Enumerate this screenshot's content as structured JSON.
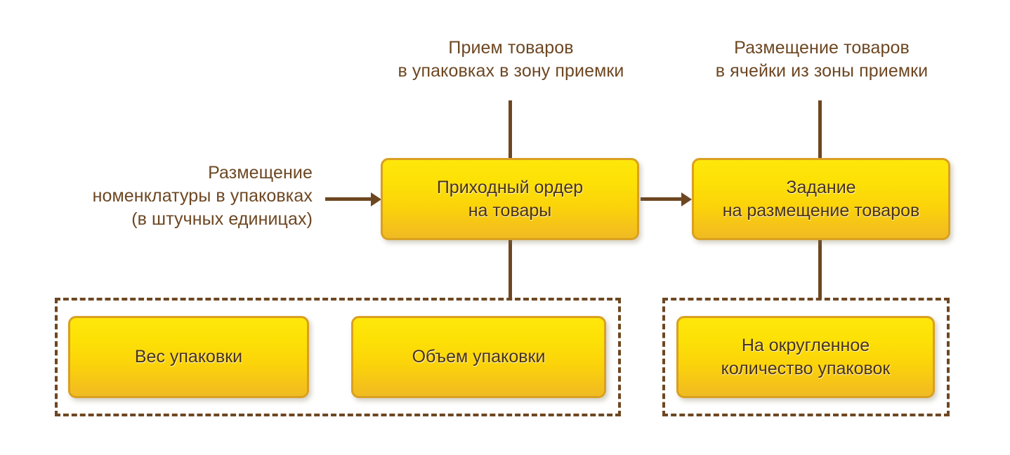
{
  "diagram": {
    "title_captions": {
      "top_center": "Прием товаров\nв упаковках в зону приемки",
      "top_right": "Размещение товаров\nв ячейки из зоны приемки",
      "left": "Размещение\nноменклатуры в упаковках\n(в штучных единицах)"
    },
    "nodes": {
      "receipt_order": "Приходный ордер\nна товары",
      "placement_task": "Задание\nна размещение товаров",
      "package_weight": "Вес упаковки",
      "package_volume": "Объем упаковки",
      "rounded_package_count": "На округленное\nколичество упаковок"
    },
    "colors": {
      "line": "#6d4722",
      "caption_text": "#6d4722",
      "node_text": "#4b3211",
      "node_border": "#d9a021",
      "node_fill_top": "#ffe70a",
      "node_fill_bottom": "#f0bb22",
      "background": "#ffffff"
    }
  }
}
